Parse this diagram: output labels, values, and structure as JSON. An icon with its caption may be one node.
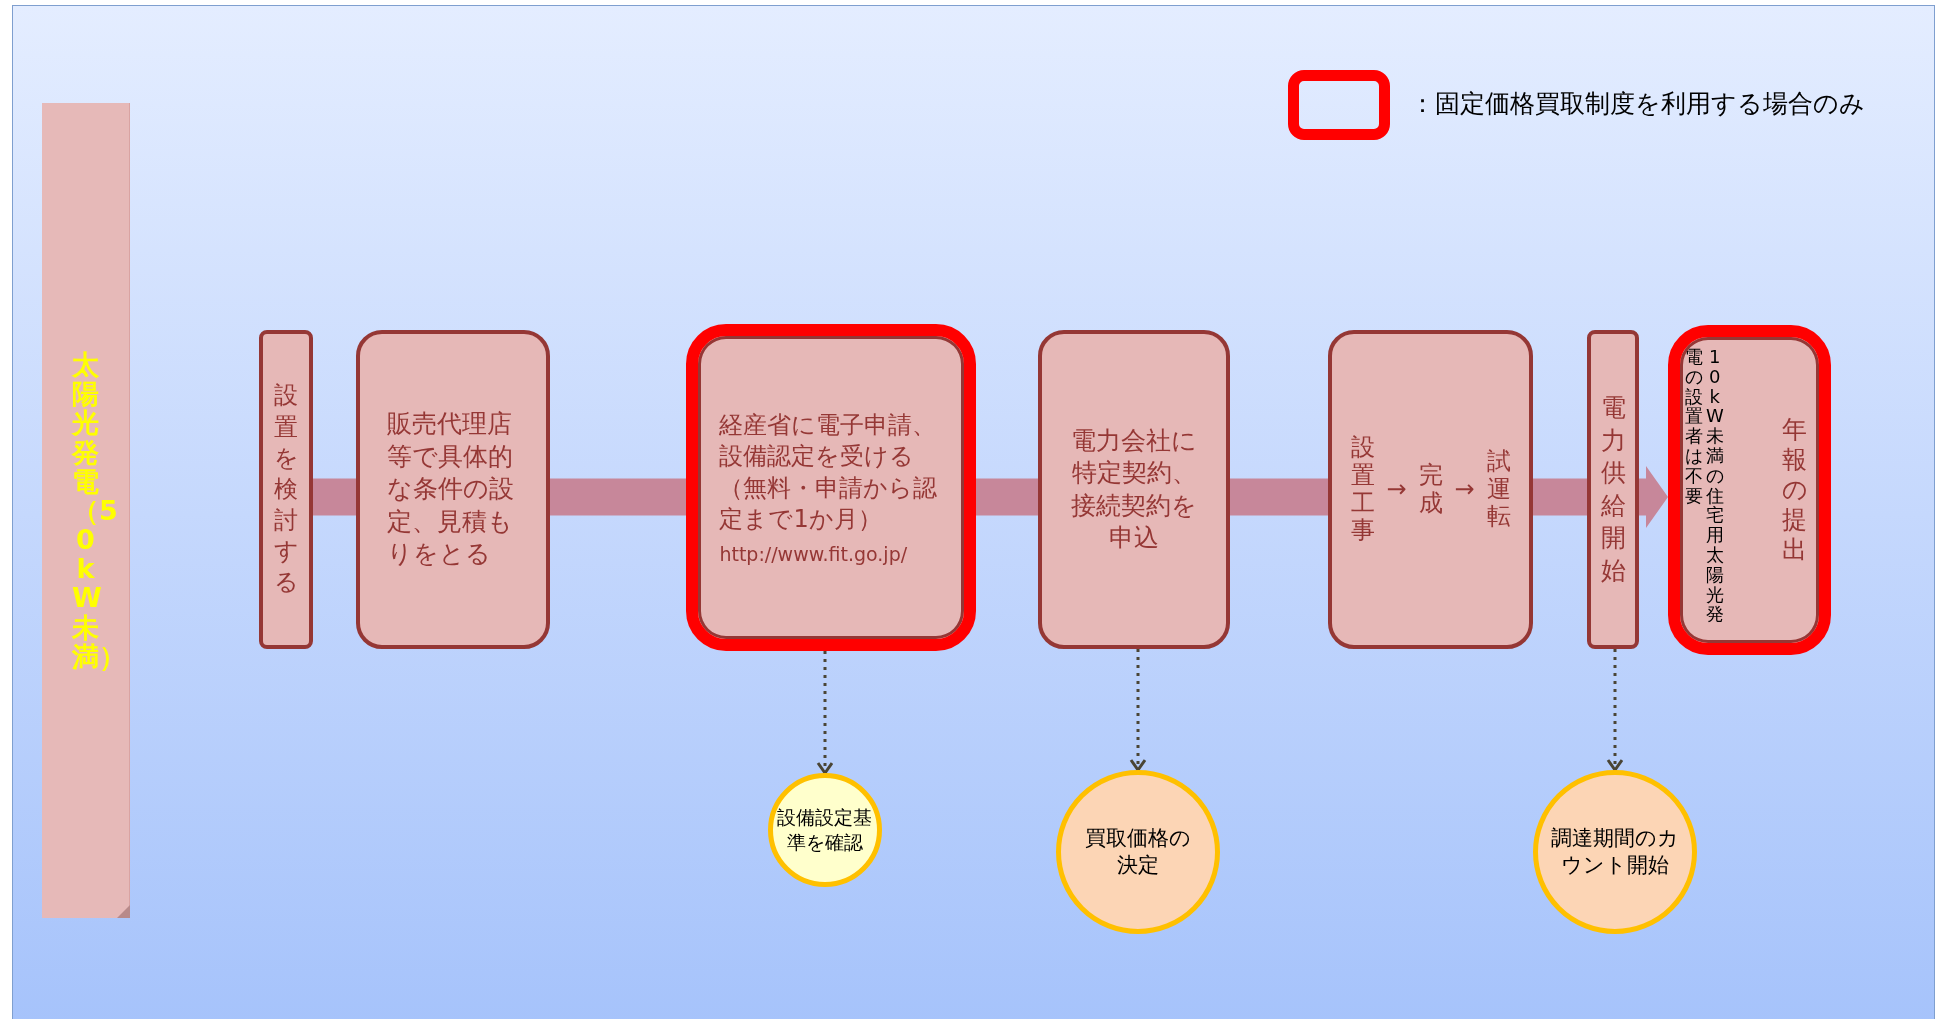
{
  "diagram": {
    "nodes": [
      {
        "text": [
          "太陽光発電（50kW未満）"
        ]
      },
      {
        "text": [
          "設置を検討する"
        ]
      },
      {
        "text": [
          "販売代理店等で具体的な条件の設定、見積もりをとる"
        ]
      },
      {
        "text": [
          "経産省に電子申請、設備認定を受ける（無料・申請から認定まで1か月）",
          "http://www.fit.go.jp/"
        ]
      },
      {
        "text": [
          "電力会社に特定契約、接続契約を申込"
        ]
      },
      {
        "text": [
          "設置工事",
          "→",
          "完成",
          "→",
          "試運転"
        ]
      },
      {
        "text": [
          "電力供給開始"
        ]
      },
      {
        "text": [
          "10kW未満の住宅用太陽光発電の設置者は不要",
          "年報の提出"
        ]
      },
      {
        "text": [
          "設備設定基準を確認"
        ]
      },
      {
        "text": [
          "買取価格の決定"
        ]
      },
      {
        "text": [
          "調達期間のカウント開始"
        ]
      }
    ],
    "edges": [
      {
        "from": 1,
        "to": 2,
        "arrow": "none",
        "style": "thick",
        "color": "#c7879a"
      },
      {
        "from": 2,
        "to": 3,
        "arrow": "none",
        "style": "thick",
        "color": "#c7879a"
      },
      {
        "from": 3,
        "to": 4,
        "arrow": "none",
        "style": "thick",
        "color": "#c7879a"
      },
      {
        "from": 4,
        "to": 5,
        "arrow": "none",
        "style": "thick",
        "color": "#c7879a"
      },
      {
        "from": 5,
        "to": 6,
        "arrow": "none",
        "style": "thick",
        "color": "#c7879a"
      },
      {
        "from": 6,
        "to": 7,
        "arrow": "to",
        "style": "thick",
        "color": "#c7879a"
      },
      {
        "from": 3,
        "to": 8,
        "arrow": "to",
        "style": "dashed",
        "color": "#4a4535"
      },
      {
        "from": 4,
        "to": 9,
        "arrow": "to",
        "style": "dashed",
        "color": "#4a4535"
      },
      {
        "from": 6,
        "to": 10,
        "arrow": "to",
        "style": "dashed",
        "color": "#4a4535"
      }
    ],
    "legend": [
      {
        "text": "：固定価格買取制度を利用する場合のみ"
      }
    ]
  }
}
